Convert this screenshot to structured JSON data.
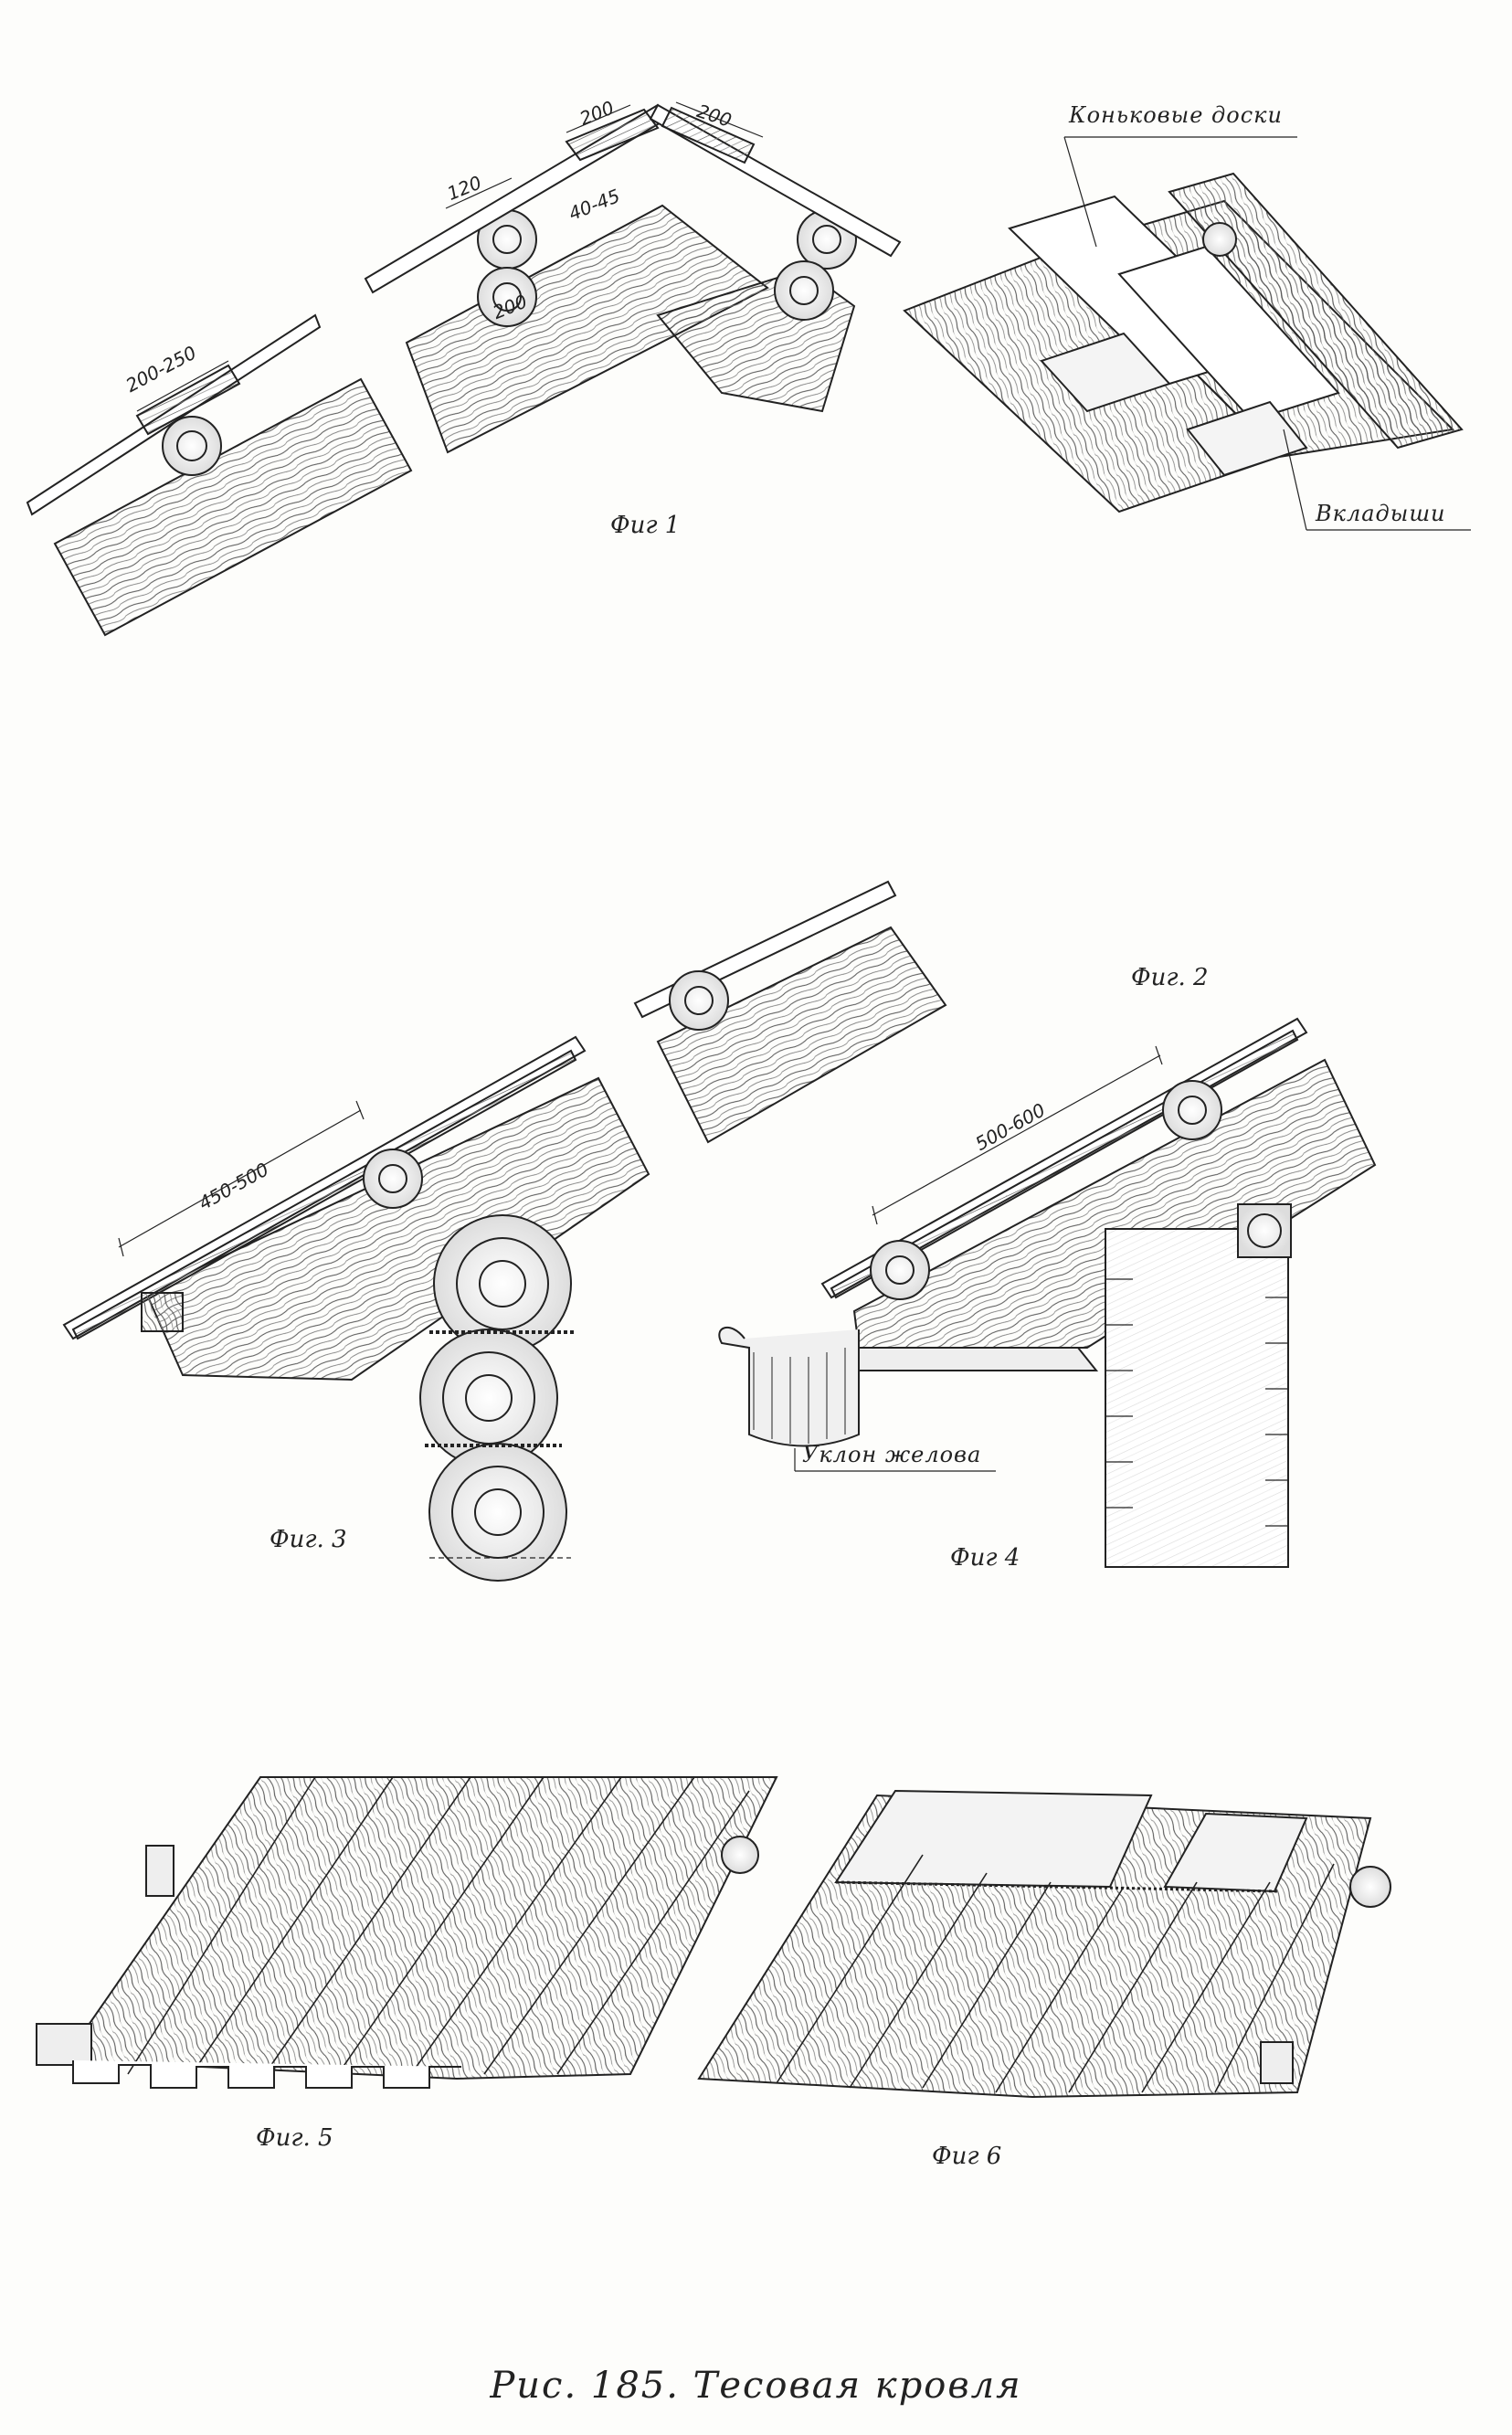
{
  "caption": "Рис. 185. Тесовая кровля",
  "figures": {
    "fig1": {
      "label": "Фиг 1"
    },
    "fig2": {
      "label": "Фиг. 2"
    },
    "fig3": {
      "label": "Фиг. 3"
    },
    "fig4": {
      "label": "Фиг 4"
    },
    "fig5": {
      "label": "Фиг. 5"
    },
    "fig6": {
      "label": "Фиг 6"
    }
  },
  "callouts": {
    "ridge_boards": "Коньковые доски",
    "inserts": "Вкладыши",
    "gutter_slope": "Уклон желова"
  },
  "dimensions": {
    "d200_250": "200-250",
    "d120": "120",
    "d200_top_left": "200",
    "d200_top_right": "200",
    "d40_45": "40-45",
    "d200_inner": "200",
    "d450_500": "450-500",
    "d500_600": "500-600"
  },
  "colors": {
    "ink": "#222222",
    "paper": "#fdfdfb"
  }
}
